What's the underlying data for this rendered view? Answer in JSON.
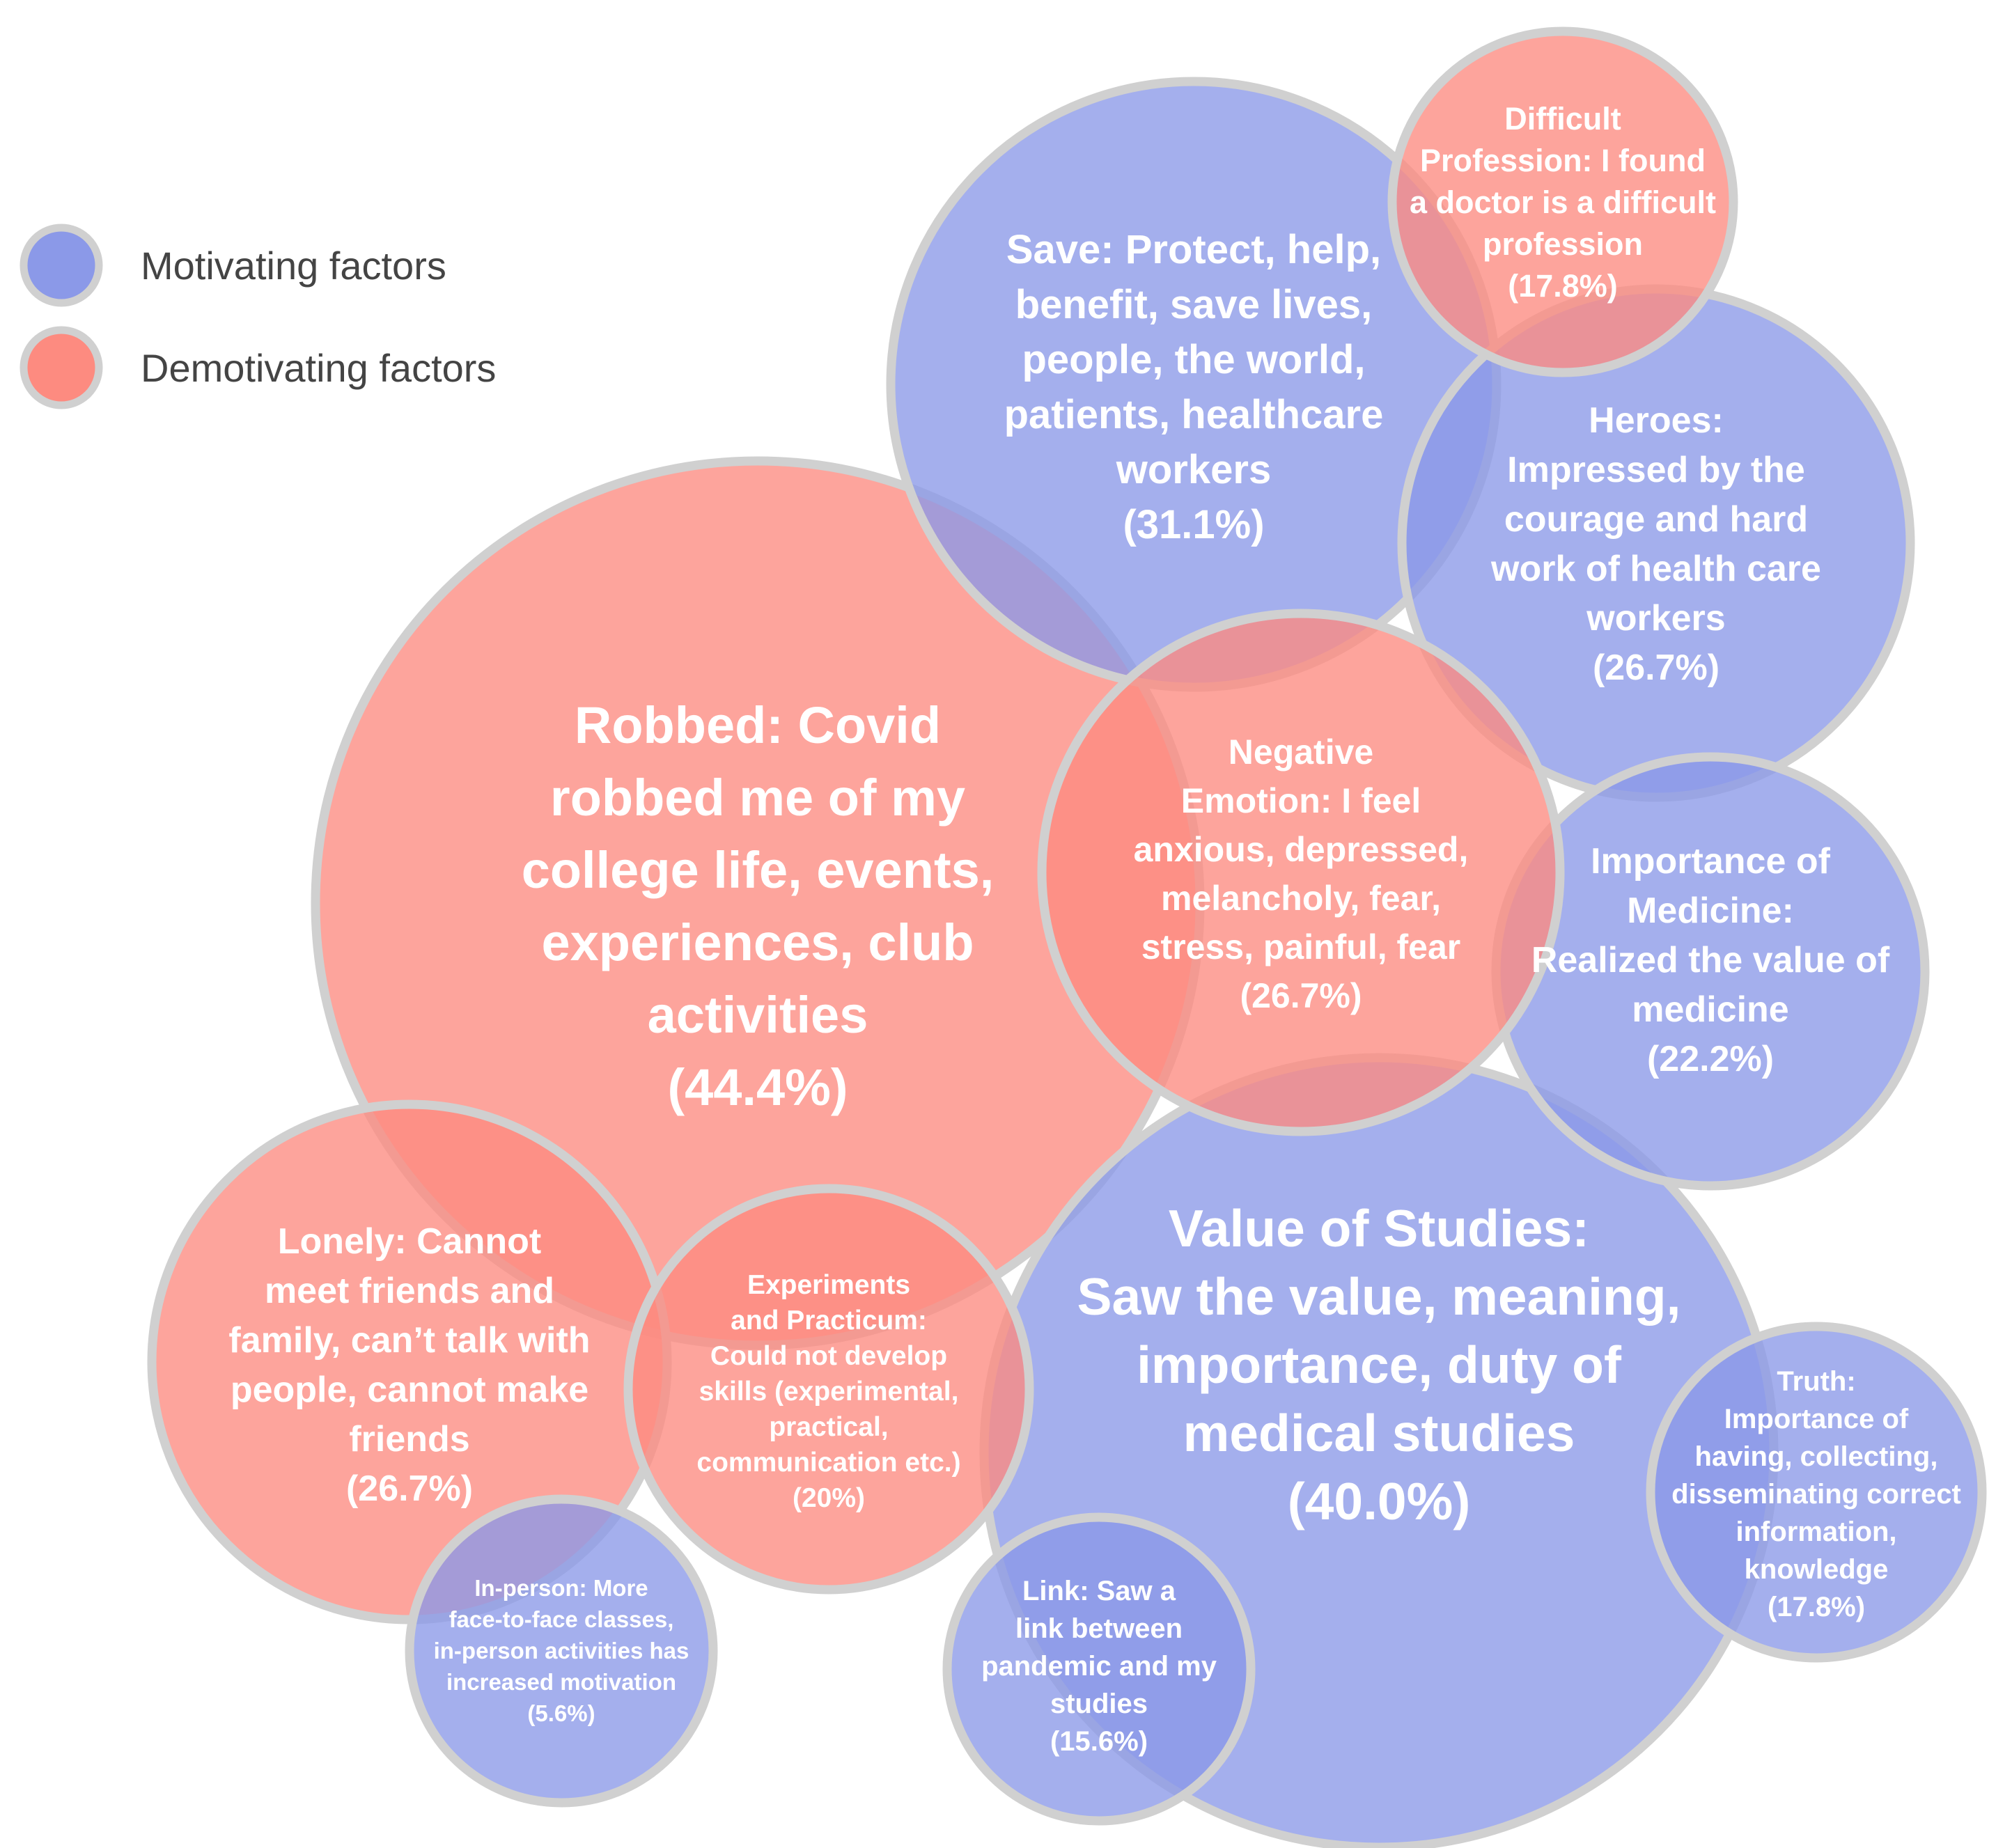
{
  "colors": {
    "motivating": "#8b99e8",
    "demotivating": "#fd8b80",
    "ring": "#d0d0d0"
  },
  "legend": {
    "motivating": "Motivating factors",
    "demotivating": "Demotivating factors"
  },
  "chart_data": {
    "type": "bubble",
    "bubbles": [
      {
        "group": "demotivating",
        "value": 44.4,
        "lines": [
          "Robbed: Covid",
          "robbed me of my",
          "college life, events,",
          "experiences, club",
          "activities",
          "(44.4%)"
        ]
      },
      {
        "group": "motivating",
        "value": 31.1,
        "lines": [
          "Save: Protect, help,",
          "benefit, save lives,",
          "people, the world,",
          "patients, healthcare",
          "workers",
          "(31.1%)"
        ]
      },
      {
        "group": "motivating",
        "value": 40.0,
        "lines": [
          "Value of Studies:",
          "Saw the value, meaning,",
          "importance, duty of",
          "medical studies",
          "(40.0%)"
        ]
      },
      {
        "group": "motivating",
        "value": 26.7,
        "lines": [
          "Heroes:",
          "Impressed by the",
          "courage and hard",
          "work of health care",
          "workers",
          "(26.7%)"
        ]
      },
      {
        "group": "motivating",
        "value": 22.2,
        "lines": [
          "Importance of",
          "Medicine:",
          "Realized the value of",
          "medicine",
          "(22.2%)"
        ]
      },
      {
        "group": "demotivating",
        "value": 17.8,
        "lines": [
          "Difficult",
          "Profession: I found",
          "a doctor is a difficult",
          "profession",
          "(17.8%)"
        ]
      },
      {
        "group": "demotivating",
        "value": 26.7,
        "lines": [
          "Negative",
          "Emotion: I feel",
          "anxious, depressed,",
          "melancholy, fear,",
          "stress, painful, fear",
          "(26.7%)"
        ]
      },
      {
        "group": "demotivating",
        "value": 26.7,
        "lines": [
          "Lonely: Cannot",
          "meet friends and",
          "family, can’t talk with",
          "people, cannot make",
          "friends",
          "(26.7%)"
        ]
      },
      {
        "group": "demotivating",
        "value": 20,
        "lines": [
          "Experiments",
          "and Practicum:",
          "Could not develop",
          "skills (experimental,",
          "practical,",
          "communication etc.)",
          "(20%)"
        ]
      },
      {
        "group": "motivating",
        "value": 5.6,
        "lines": [
          "In-person: More",
          "face-to-face classes,",
          "in-person activities has",
          "increased motivation",
          "(5.6%)"
        ]
      },
      {
        "group": "motivating",
        "value": 15.6,
        "lines": [
          "Link: Saw a",
          "link between",
          "pandemic and my",
          "studies",
          "(15.6%)"
        ]
      },
      {
        "group": "motivating",
        "value": 17.8,
        "lines": [
          "Truth:",
          "Importance of",
          "having, collecting,",
          "disseminating correct",
          "information,",
          "knowledge",
          "(17.8%)"
        ]
      }
    ]
  }
}
